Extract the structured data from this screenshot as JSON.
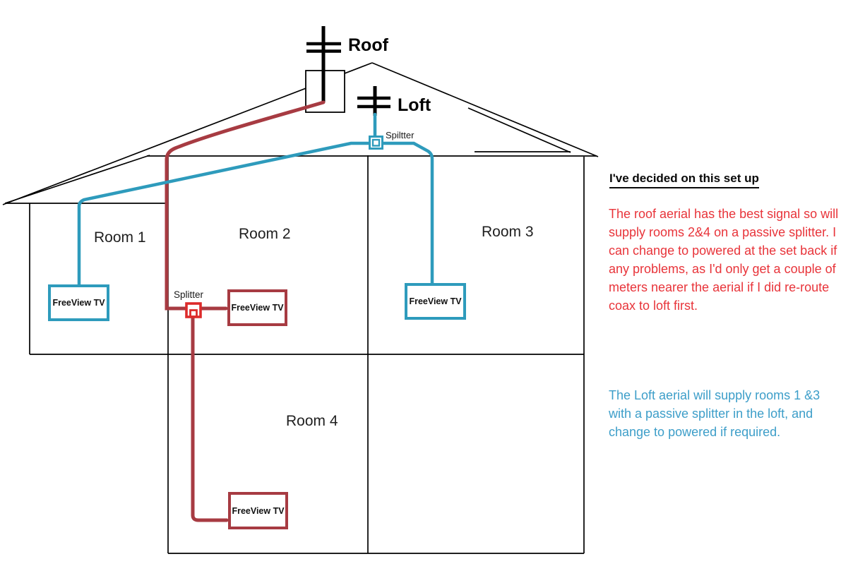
{
  "colors": {
    "cable-blue": "#2E9BBC",
    "cable-red": "#A73B42",
    "tv-red": "#A73B42",
    "splitter-red": "#DD2B2B",
    "note-red": "#E8343A",
    "note-blue": "#3D9EC9"
  },
  "diagram": {
    "roof_aerial": {
      "label": "Roof"
    },
    "loft_aerial": {
      "label": "Loft"
    },
    "loft_splitter": {
      "label": "Spiltter"
    },
    "room_splitter": {
      "label": "Splitter"
    },
    "rooms": [
      {
        "label": "Room 1"
      },
      {
        "label": "Room 2"
      },
      {
        "label": "Room 3"
      },
      {
        "label": "Room 4"
      }
    ],
    "tvs": [
      {
        "label": "FreeView TV",
        "room": "Room 1"
      },
      {
        "label": "FreeView TV",
        "room": "Room 2"
      },
      {
        "label": "FreeView TV",
        "room": "Room 3"
      },
      {
        "label": "FreeView TV",
        "room": "Room 4"
      }
    ]
  },
  "notes": {
    "heading": "I've decided on this set up",
    "roof_note": "The roof aerial has the best signal so will supply rooms 2&4 on a passive splitter. I can change to powered at the set back if any problems, as I'd only get a couple of meters nearer the aerial if I did re-route coax to loft first.",
    "loft_note": "The Loft aerial will supply rooms 1 &3 with a passive splitter in the loft, and change to powered if required."
  }
}
